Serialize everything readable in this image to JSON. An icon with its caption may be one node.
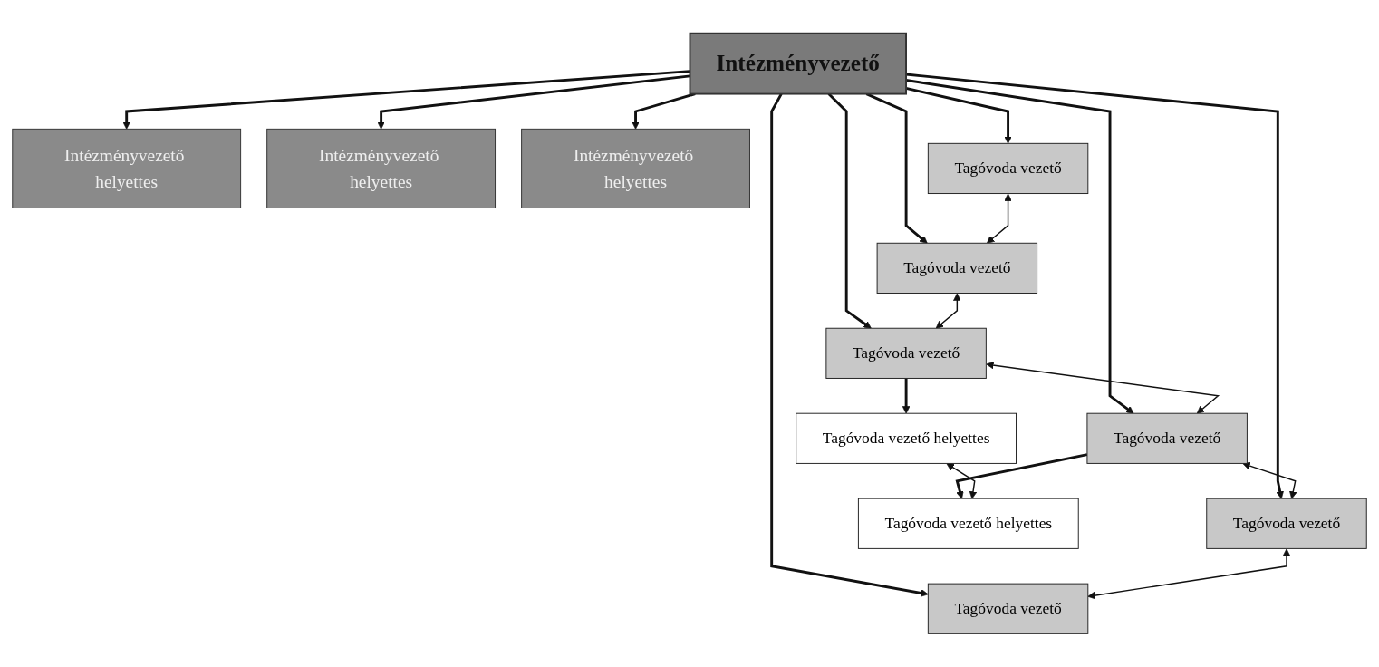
{
  "diagram": {
    "nodes": [
      {
        "text": [
          "Intézményvezető"
        ]
      },
      {
        "text": [
          "Intézményvezető helyettes"
        ]
      },
      {
        "text": [
          "Intézményvezető helyettes"
        ]
      },
      {
        "text": [
          "Intézményvezető helyettes"
        ]
      },
      {
        "text": [
          "Tagóvoda vezető"
        ]
      },
      {
        "text": [
          "Tagóvoda vezető"
        ]
      },
      {
        "text": [
          "Tagóvoda vezető"
        ]
      },
      {
        "text": [
          "Tagóvoda vezető"
        ]
      },
      {
        "text": [
          "Tagóvoda vezető"
        ]
      },
      {
        "text": [
          "Tagóvoda vezető"
        ]
      },
      {
        "text": [
          "Tagóvoda vezető helyettes"
        ]
      },
      {
        "text": [
          "Tagóvoda vezető helyettes"
        ]
      }
    ],
    "edges": [
      {
        "from": 0,
        "to": 4,
        "arrow": "to"
      },
      {
        "from": 0,
        "to": 1,
        "arrow": "to"
      },
      {
        "from": 0,
        "to": 5,
        "arrow": "to"
      },
      {
        "from": 0,
        "to": 6,
        "arrow": "to"
      },
      {
        "from": 0,
        "to": 2,
        "arrow": "to"
      },
      {
        "from": 0,
        "to": 7,
        "arrow": "to"
      },
      {
        "from": 0,
        "to": 8,
        "arrow": "to"
      },
      {
        "from": 0,
        "to": 3,
        "arrow": "to"
      },
      {
        "from": 0,
        "to": 9,
        "arrow": "to"
      },
      {
        "from": 4,
        "to": 5,
        "arrow": "both"
      },
      {
        "from": 5,
        "to": 6,
        "arrow": "both"
      },
      {
        "from": 6,
        "to": 7,
        "arrow": "both"
      },
      {
        "from": 7,
        "to": 8,
        "arrow": "both"
      },
      {
        "from": 8,
        "to": 9,
        "arrow": "both"
      },
      {
        "from": 6,
        "to": 10,
        "arrow": "to"
      },
      {
        "from": 7,
        "to": 11,
        "arrow": "to"
      },
      {
        "from": 10,
        "to": 11,
        "arrow": "both"
      }
    ]
  }
}
